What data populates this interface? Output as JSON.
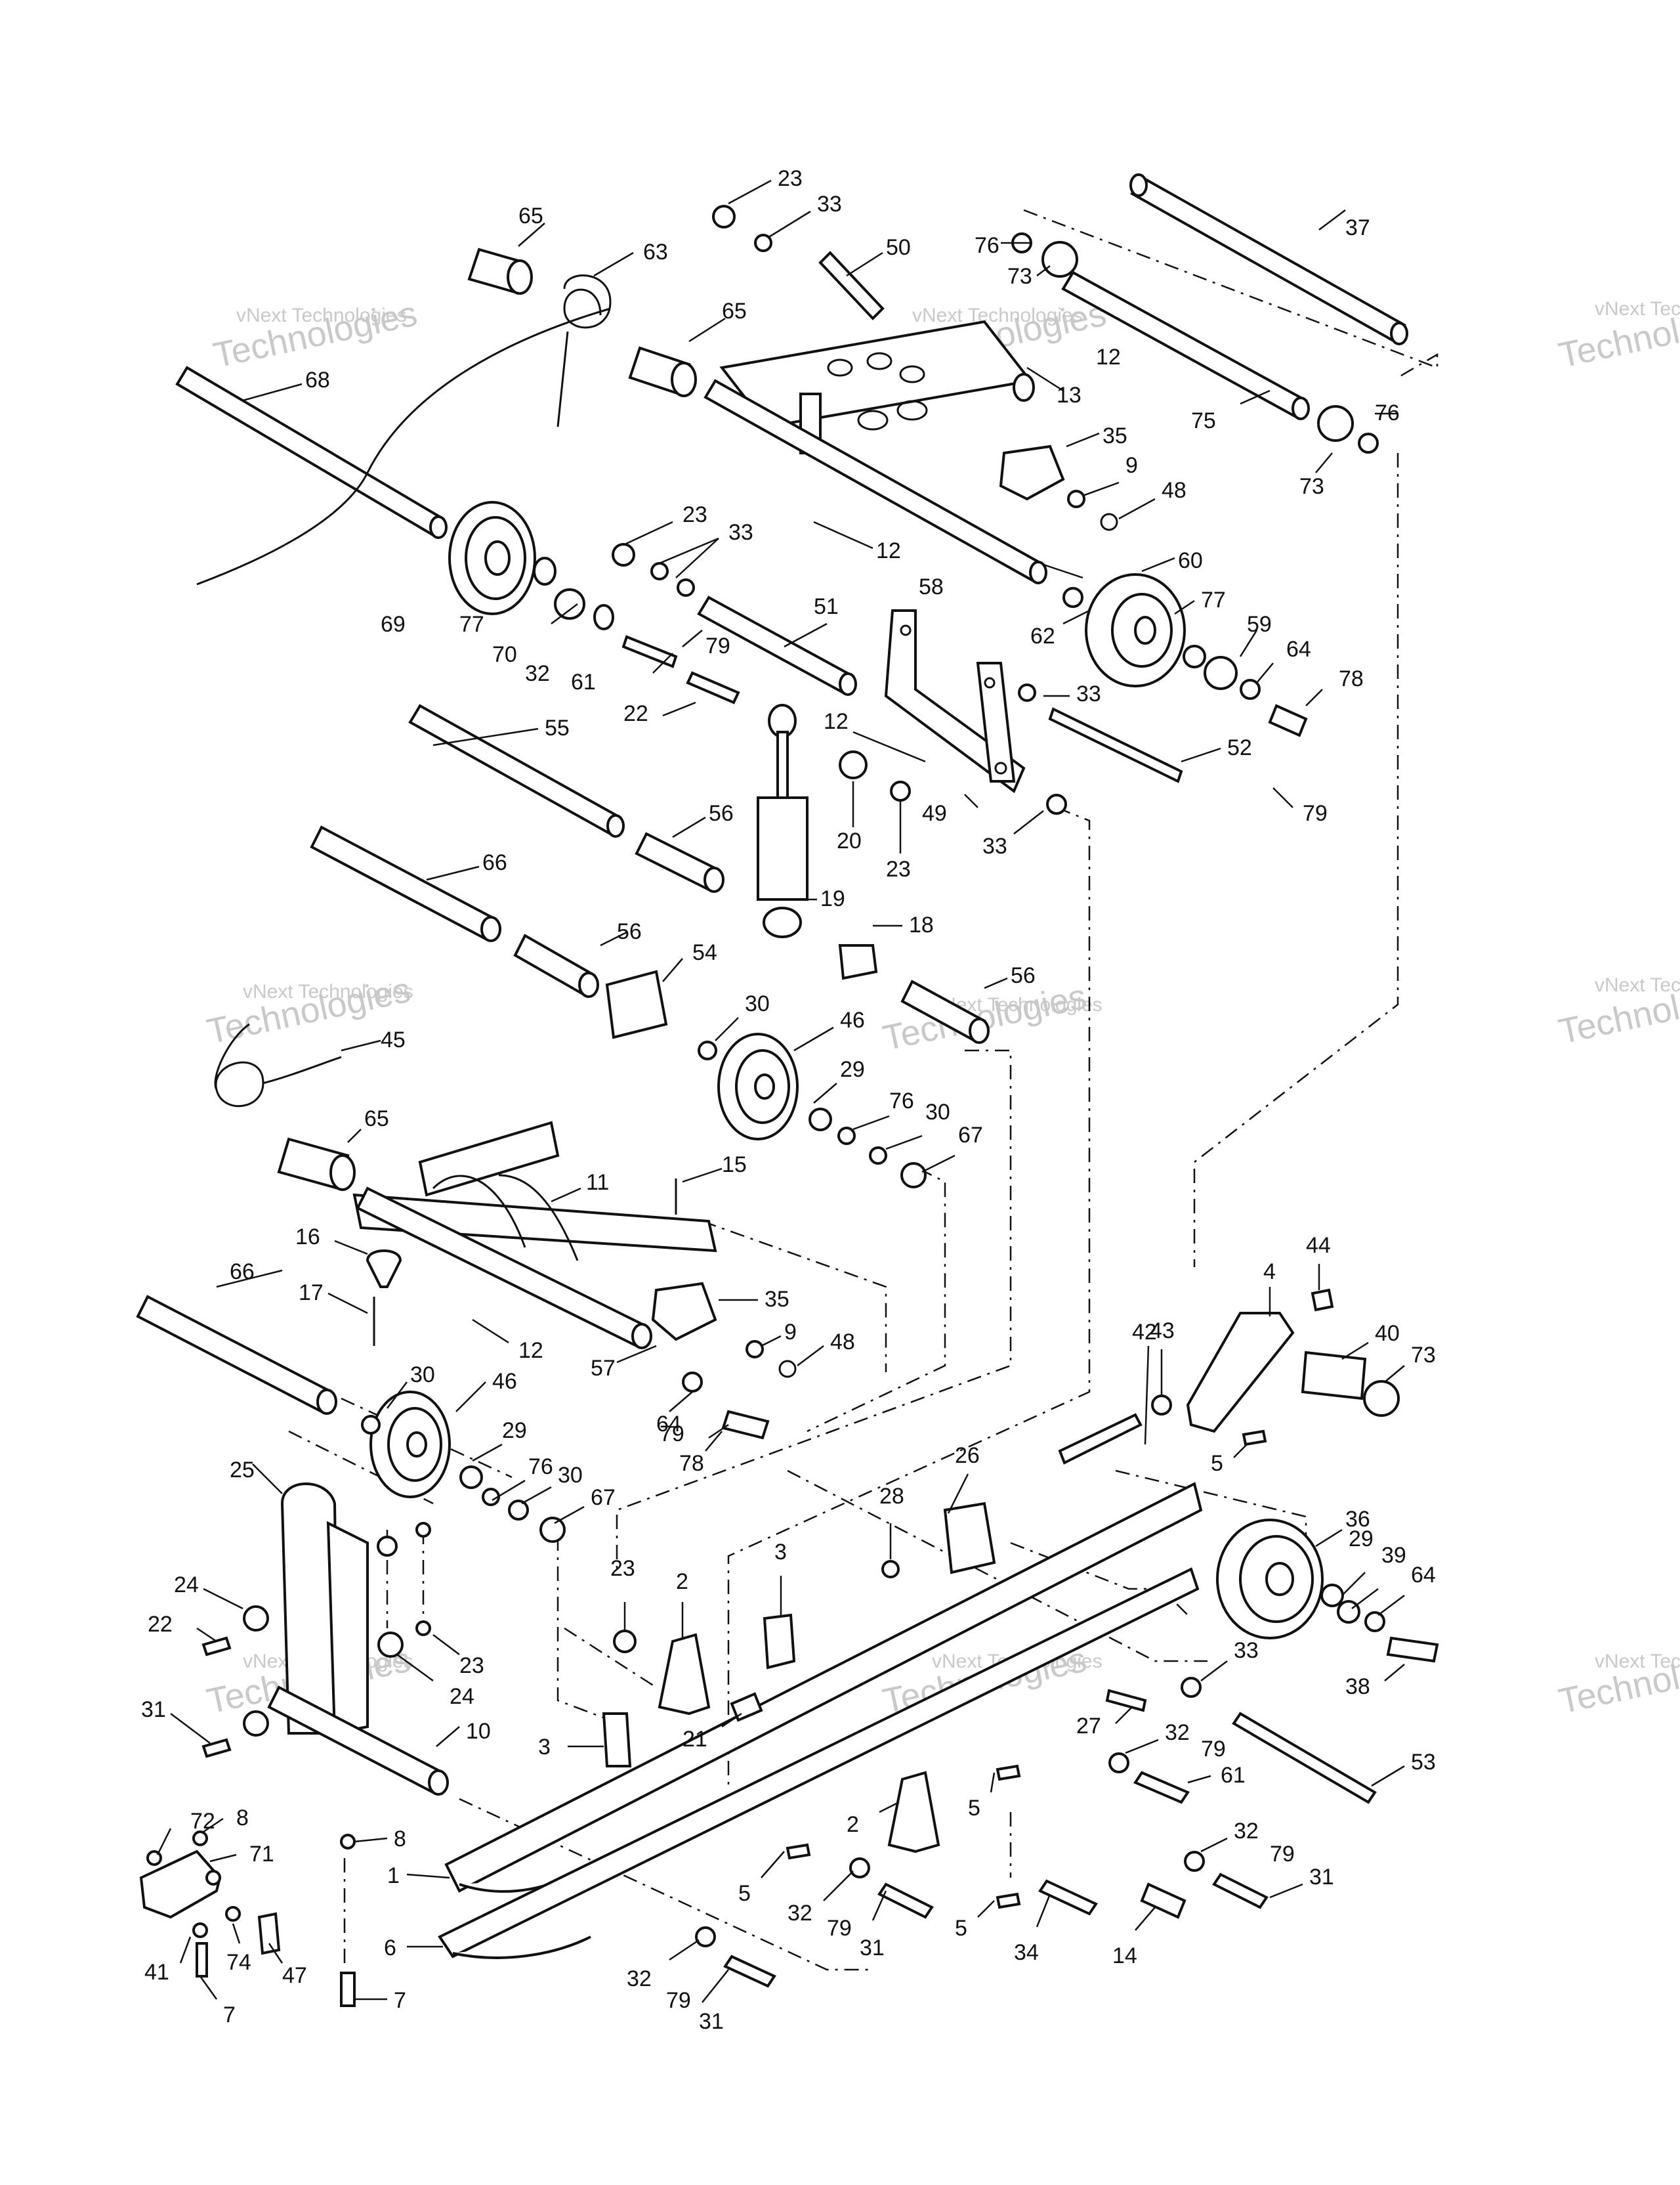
{
  "watermark": {
    "brand": "vNext Technologies",
    "big": "Technologies"
  },
  "callouts": {
    "c1": "1",
    "c2a": "2",
    "c2b": "2",
    "c3a": "3",
    "c3b": "3",
    "c4": "4",
    "c5a": "5",
    "c5b": "5",
    "c5c": "5",
    "c5d": "5",
    "c6": "6",
    "c7a": "7",
    "c7b": "7",
    "c8a": "8",
    "c8b": "8",
    "c9a": "9",
    "c9b": "9",
    "c10": "10",
    "c11": "11",
    "c12a": "12",
    "c12b": "12",
    "c12c": "12",
    "c12d": "12",
    "c13": "13",
    "c14": "14",
    "c15": "15",
    "c16": "16",
    "c17": "17",
    "c18": "18",
    "c19": "19",
    "c20": "20",
    "c21": "21",
    "c22a": "22",
    "c22b": "22",
    "c23a": "23",
    "c23b": "23",
    "c23c": "23",
    "c23d": "23",
    "c23e": "23",
    "c24a": "24",
    "c24b": "24",
    "c25": "25",
    "c26": "26",
    "c27": "27",
    "c28": "28",
    "c29a": "29",
    "c29b": "29",
    "c29c": "29",
    "c30a": "30",
    "c30b": "30",
    "c30c": "30",
    "c30d": "30",
    "c31a": "31",
    "c31b": "31",
    "c31c": "31",
    "c31d": "31",
    "c32a": "32",
    "c32b": "32",
    "c32c": "32",
    "c32d": "32",
    "c32e": "32",
    "c33a": "33",
    "c33b": "33",
    "c33c": "33",
    "c33d": "33",
    "c33e": "33",
    "c34": "34",
    "c35a": "35",
    "c35b": "35",
    "c36": "36",
    "c37": "37",
    "c38": "38",
    "c39": "39",
    "c40": "40",
    "c41": "41",
    "c42": "42",
    "c43": "43",
    "c44": "44",
    "c45": "45",
    "c46a": "46",
    "c46b": "46",
    "c47": "47",
    "c48a": "48",
    "c48b": "48",
    "c49": "49",
    "c50": "50",
    "c51": "51",
    "c52": "52",
    "c53": "53",
    "c54": "54",
    "c55": "55",
    "c56a": "56",
    "c56b": "56",
    "c56c": "56",
    "c57": "57",
    "c58": "58",
    "c59": "59",
    "c60": "60",
    "c61a": "61",
    "c61b": "61",
    "c62": "62",
    "c63": "63",
    "c64a": "64",
    "c64b": "64",
    "c64c": "64",
    "c65a": "65",
    "c65b": "65",
    "c65c": "65",
    "c66a": "66",
    "c66b": "66",
    "c67a": "67",
    "c67b": "67",
    "c68": "68",
    "c69": "69",
    "c70": "70",
    "c71": "71",
    "c72": "72",
    "c73a": "73",
    "c73b": "73",
    "c73c": "73",
    "c74": "74",
    "c75": "75",
    "c76a": "76",
    "c76b": "76",
    "c76c": "76",
    "c76d": "76",
    "c77a": "77",
    "c77b": "77",
    "c78a": "78",
    "c78b": "78",
    "c79a": "79",
    "c79b": "79",
    "c79c": "79",
    "c79d": "79",
    "c79e": "79",
    "c79f": "79",
    "c79g": "79"
  }
}
